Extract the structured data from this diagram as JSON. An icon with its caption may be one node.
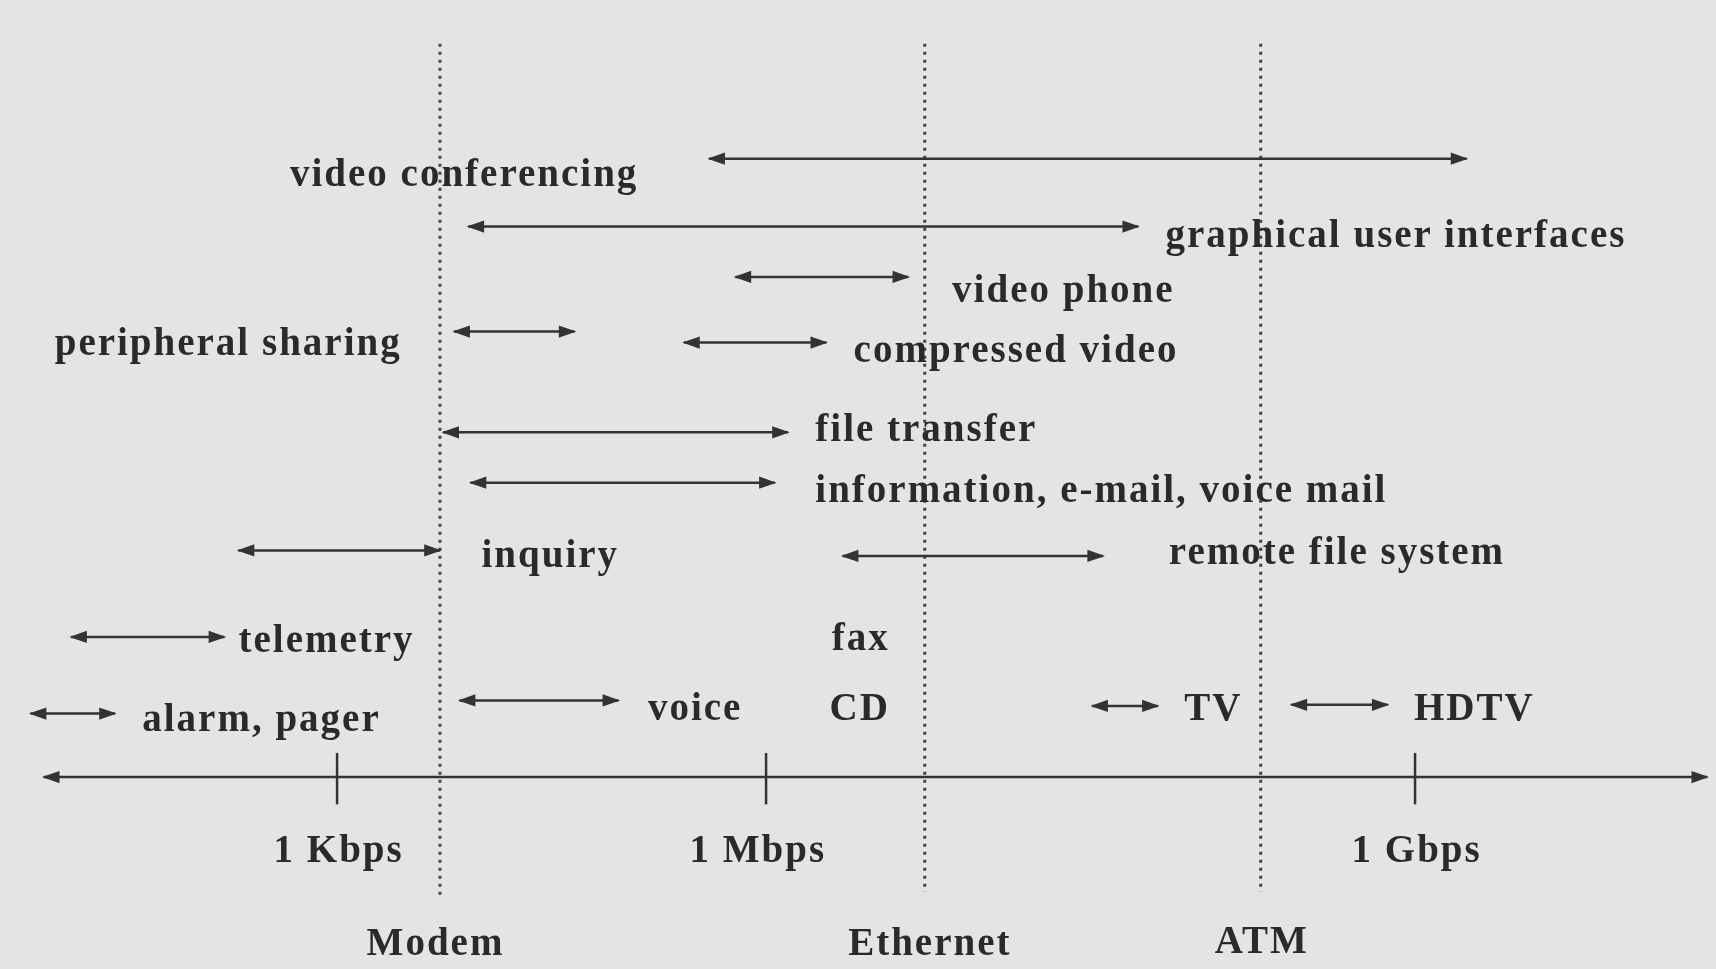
{
  "diagram": {
    "labels": [
      "video conferencing",
      "graphical user interfaces",
      "video phone",
      "peripheral sharing",
      "compressed video",
      "file transfer",
      "information, e-mail, voice mail",
      "inquiry",
      "remote file system",
      "telemetry",
      "fax",
      "alarm, pager",
      "voice",
      "CD",
      "TV",
      "HDTV",
      "1 Kbps",
      "1 Mbps",
      "1 Gbps",
      "Modem",
      "Ethernet",
      "ATM"
    ]
  }
}
